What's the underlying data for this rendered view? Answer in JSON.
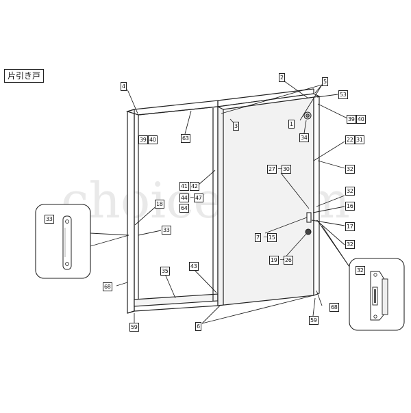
{
  "title": "片引き戸",
  "watermark": "choice item",
  "colors": {
    "line": "#222222",
    "door_fill": "#f2f2f2",
    "label_border": "#222222",
    "watermark": "#d8d8d8"
  },
  "callouts": {
    "c4": "4",
    "c2": "2",
    "c5": "5",
    "c53": "53",
    "c1": "1",
    "c3": "3",
    "c39": "39",
    "c40": "40",
    "c63": "63",
    "c34": "34",
    "c22": "22",
    "c31": "31",
    "c32a": "32",
    "c32b": "32",
    "c32c": "32",
    "c32d": "32",
    "c27_30_a": "27",
    "c27_30_sep": "~",
    "c27_30_b": "30",
    "c41": "41",
    "c42": "42",
    "c44_47_a": "44",
    "c44_47_sep": "~",
    "c44_47_b": "47",
    "c64": "64",
    "c18": "18",
    "c16": "16",
    "c33a": "33",
    "c33b": "33",
    "c17": "17",
    "c7_15_a": "7",
    "c7_15_sep": "~",
    "c7_15_b": "15",
    "c19_26_a": "19",
    "c19_26_sep": "~",
    "c19_26_b": "26",
    "c35": "35",
    "c43": "43",
    "c68a": "68",
    "c68b": "68",
    "c6": "6",
    "c59a": "59",
    "c59b": "59",
    "c39b": "39",
    "c40b": "40"
  }
}
